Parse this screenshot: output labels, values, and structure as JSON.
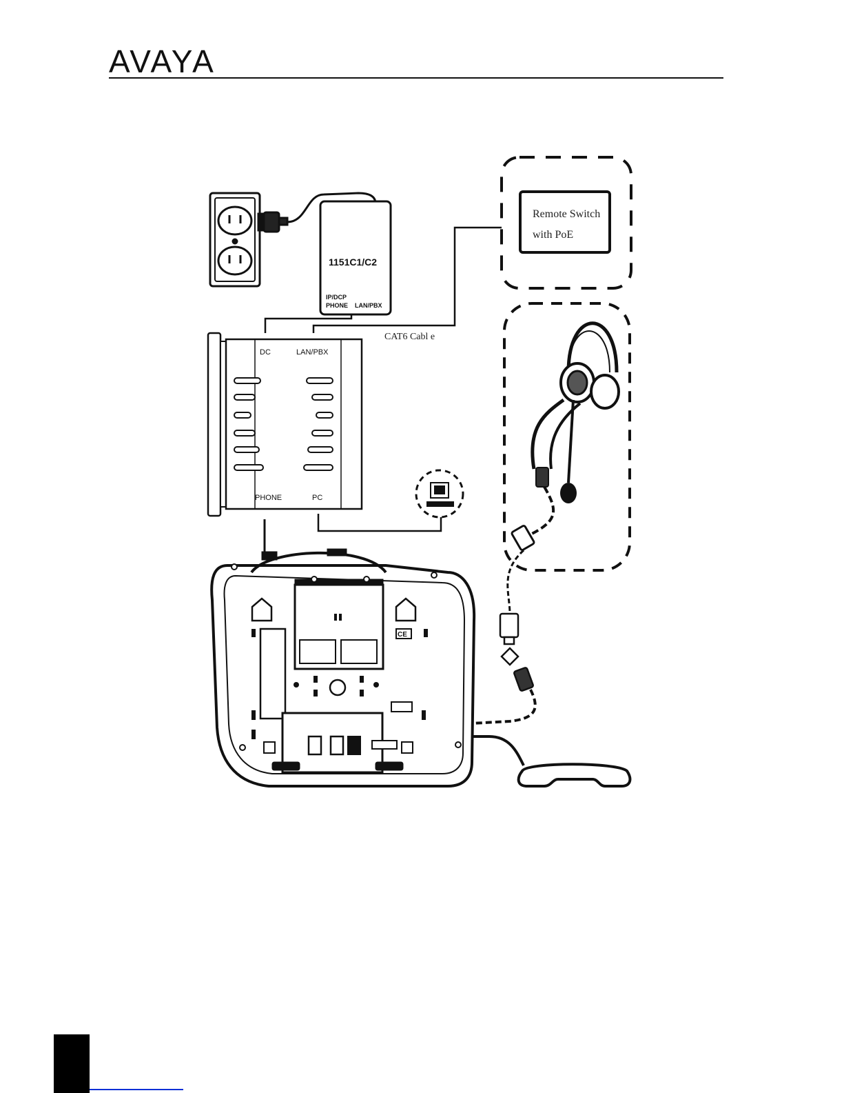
{
  "header": {
    "brand": "AVAYA"
  },
  "diagram": {
    "power_supply_model": "1151C1/C2",
    "power_supply_port_left_top": "IP/DCP",
    "power_supply_port_left_bottom": "PHONE",
    "power_supply_port_right": "LAN/PBX",
    "remote_switch_line1": "Remote Switch",
    "remote_switch_line2": "with PoE",
    "cable_label": "CAT6  Cabl e",
    "adapter_port_dc": "DC",
    "adapter_port_lan": "LAN/PBX",
    "adapter_port_phone": "PHONE",
    "adapter_port_pc": "PC"
  }
}
